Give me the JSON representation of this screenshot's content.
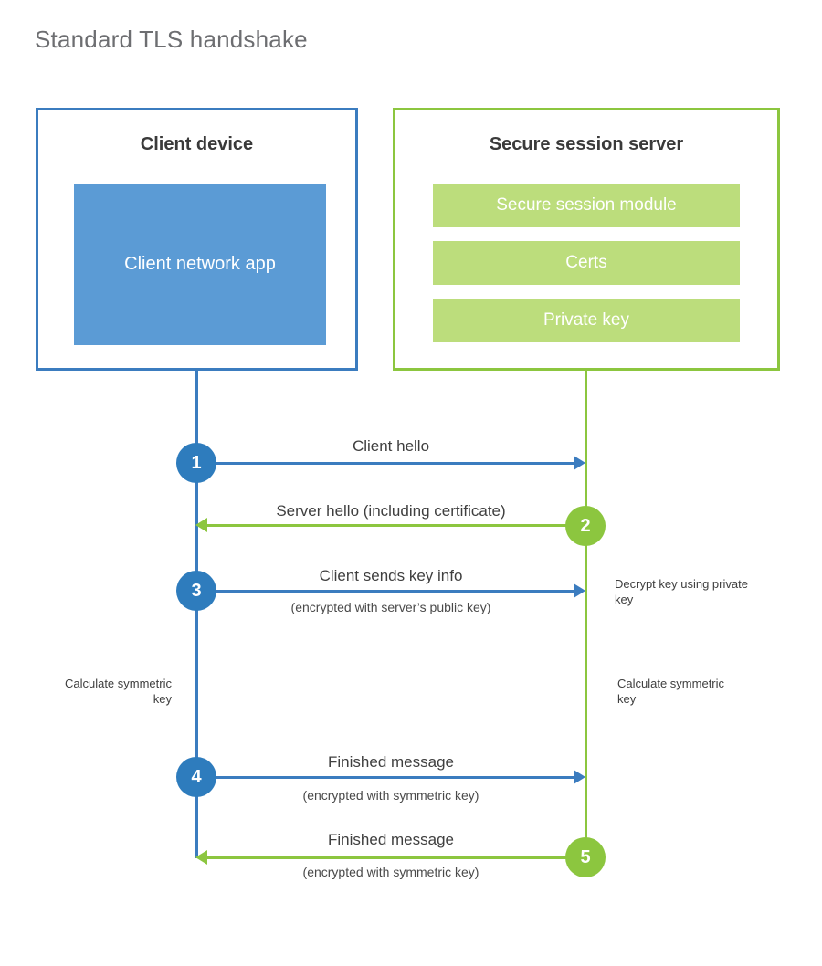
{
  "page": {
    "title": "Standard TLS handshake"
  },
  "colors": {
    "client_border": "#3b7cbf",
    "client_fill": "#5b9bd5",
    "client_circle": "#2e7cbd",
    "server_border": "#8cc63f",
    "server_fill": "#bcdd7c",
    "server_circle": "#8cc63f",
    "title_text": "#6d6e71",
    "body_text": "#3f3f3f",
    "background": "#ffffff"
  },
  "parties": {
    "client": {
      "title": "Client device",
      "app_label": "Client network app"
    },
    "server": {
      "title": "Secure session server",
      "components": [
        "Secure session module",
        "Certs",
        "Private key"
      ]
    }
  },
  "steps": [
    {
      "number": "1",
      "label": "Client hello",
      "sub": "",
      "direction": "client-to-server",
      "color": "blue"
    },
    {
      "number": "2",
      "label": "Server hello (including certificate)",
      "sub": "",
      "direction": "server-to-client",
      "color": "green"
    },
    {
      "number": "3",
      "label": "Client sends key info",
      "sub": "(encrypted with server’s public key)",
      "direction": "client-to-server",
      "color": "blue"
    },
    {
      "number": "4",
      "label": "Finished message",
      "sub": "(encrypted with symmetric key)",
      "direction": "client-to-server",
      "color": "blue"
    },
    {
      "number": "5",
      "label": "Finished message",
      "sub": "(encrypted with symmetric key)",
      "direction": "server-to-client",
      "color": "green"
    }
  ],
  "notes": [
    {
      "id": "decrypt-key",
      "text": "Decrypt key using private key",
      "side": "server"
    },
    {
      "id": "client-calculate-symmetric-key",
      "text": "Calculate symmetric key",
      "side": "client"
    },
    {
      "id": "server-calculate-symmetric-key",
      "text": "Calculate symmetric key",
      "side": "server"
    }
  ]
}
